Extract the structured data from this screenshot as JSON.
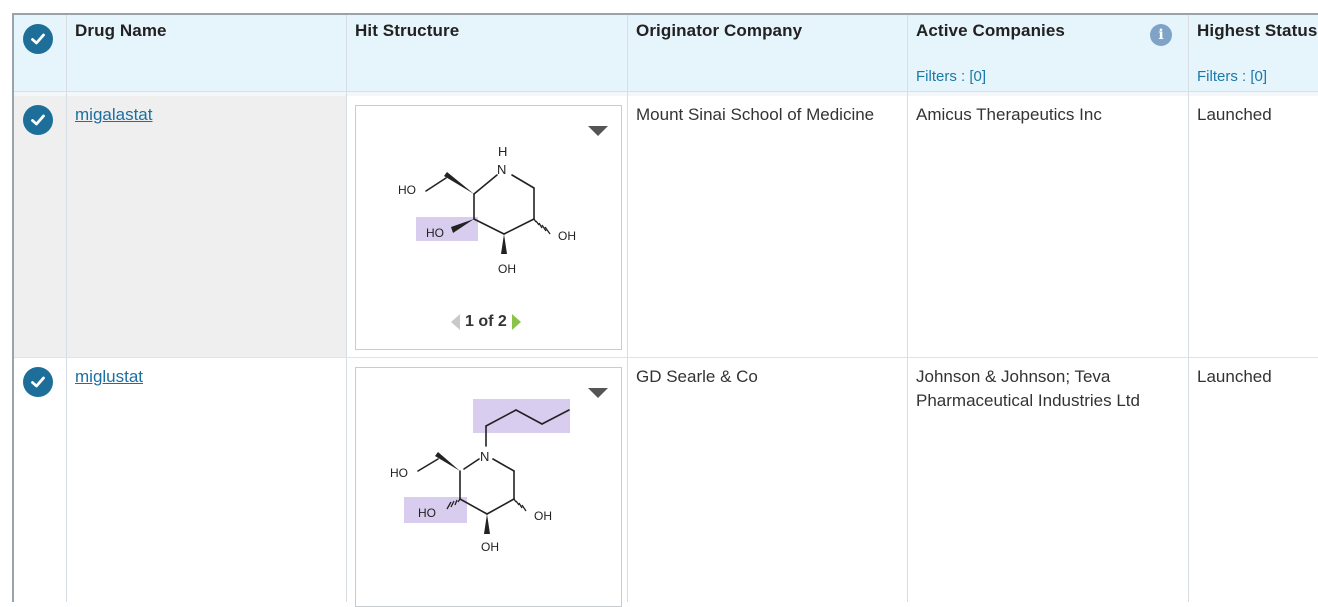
{
  "columns": {
    "drug_name": "Drug Name",
    "hit_structure": "Hit Structure",
    "originator": "Originator Company",
    "active_companies": "Active Companies",
    "highest_status": "Highest Status"
  },
  "filters": {
    "label": "Filters",
    "active_companies_value": ": [0]",
    "highest_status_value": ": [0]"
  },
  "rows": [
    {
      "drug": "migalastat",
      "originator": "Mount Sinai School of Medicine",
      "active": "Amicus Therapeutics Inc",
      "status": "Launched",
      "pager": "1 of 2",
      "atoms": {
        "ho1": "HO",
        "ho2": "HO",
        "oh1": "OH",
        "oh2": "OH",
        "n": "N",
        "h": "H"
      }
    },
    {
      "drug": "miglustat",
      "originator": "GD Searle & Co",
      "active": "Johnson & Johnson; Teva Pharmaceutical Industries Ltd",
      "status": "Launched",
      "atoms": {
        "ho1": "HO",
        "ho2": "HO",
        "oh1": "OH",
        "oh2": "OH",
        "n": "N"
      }
    }
  ],
  "colors": {
    "header_bg": "#e6f5fb",
    "link": "#1b6fa1",
    "check": "#1d6f99",
    "highlight": "#d8cdee"
  },
  "icons": [
    "check-circle-icon",
    "info-icon",
    "dropdown-arrow-icon",
    "prev-page-icon",
    "next-page-icon"
  ]
}
